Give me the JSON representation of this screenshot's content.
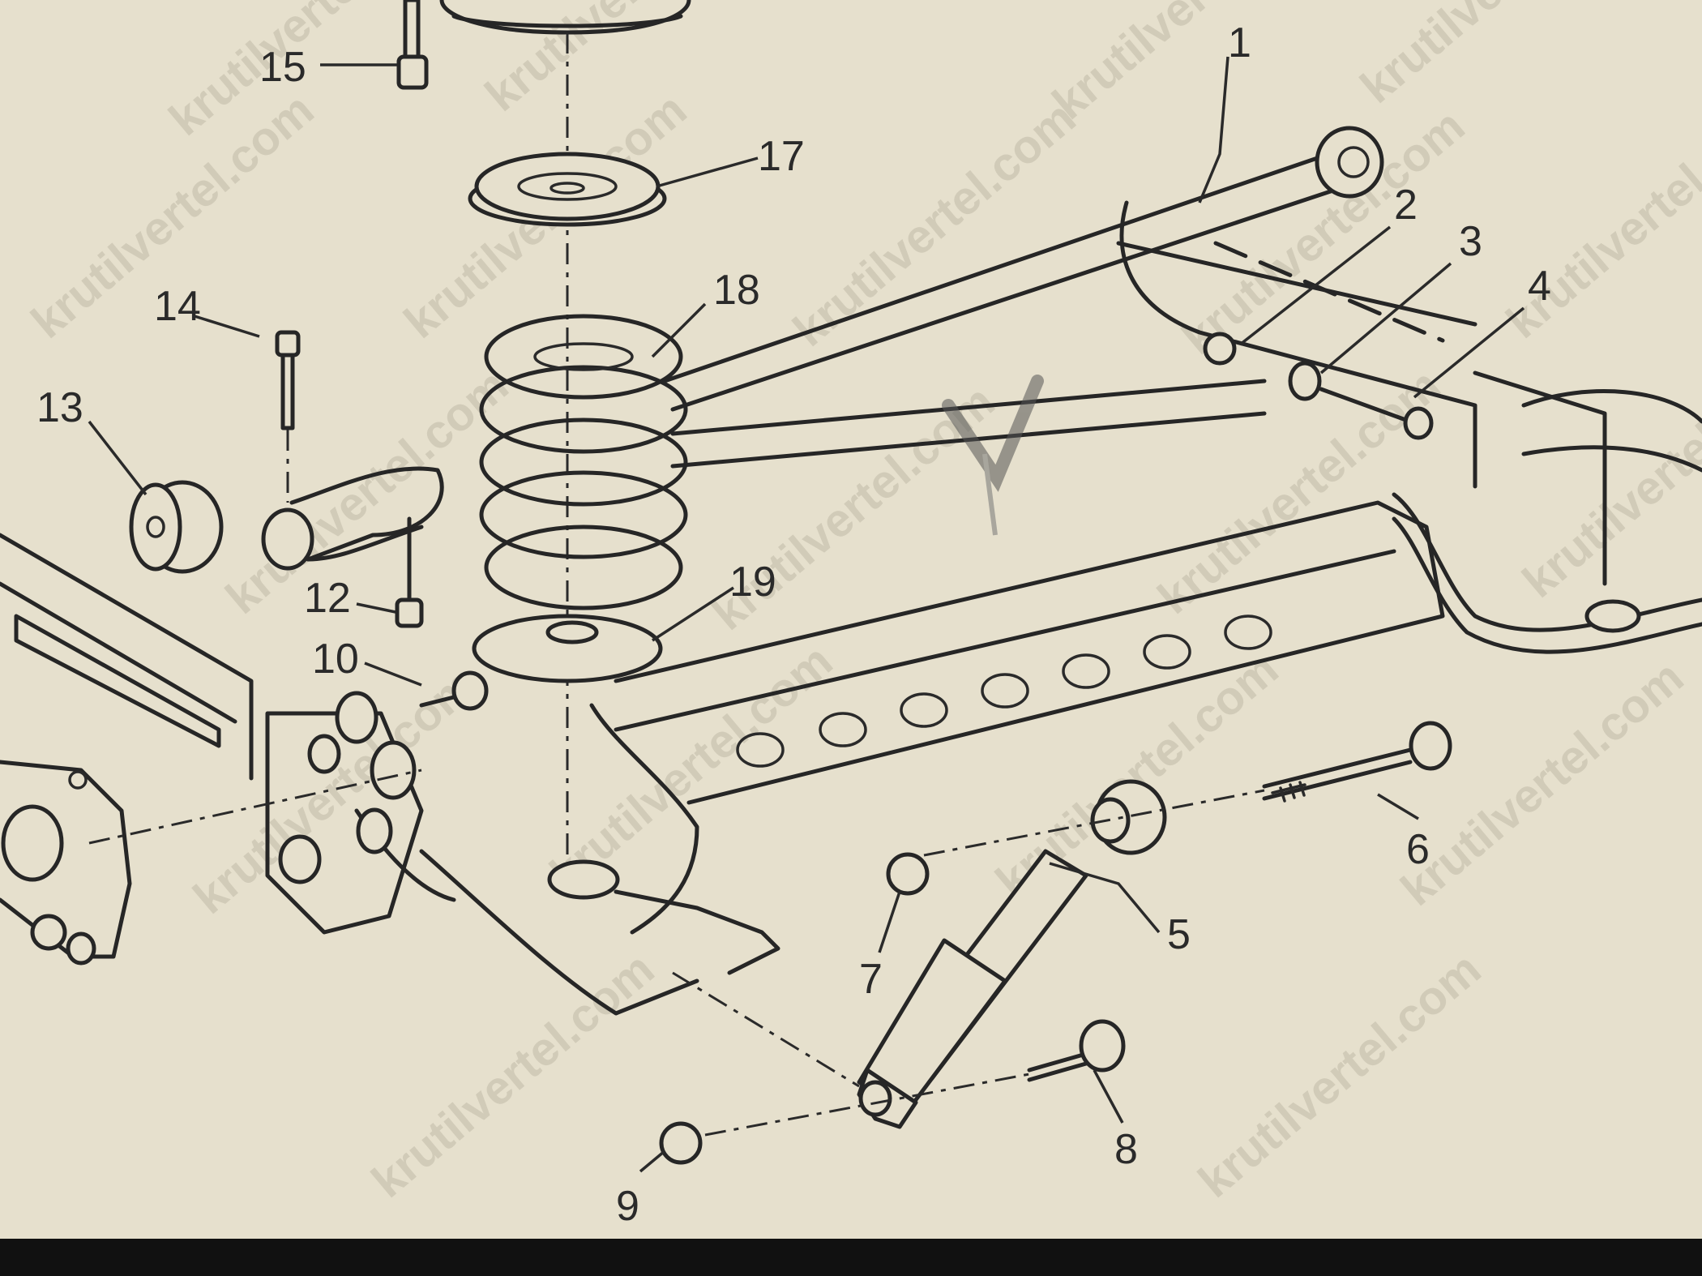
{
  "watermark": "krutilvertel.com",
  "colors": {
    "paper": "#e6e0cd",
    "ink": "#262626",
    "bezel": "#111111"
  },
  "callouts": [
    "1",
    "2",
    "3",
    "4",
    "5",
    "6",
    "7",
    "8",
    "9",
    "10",
    "12",
    "13",
    "14",
    "15",
    "17",
    "18",
    "19"
  ]
}
